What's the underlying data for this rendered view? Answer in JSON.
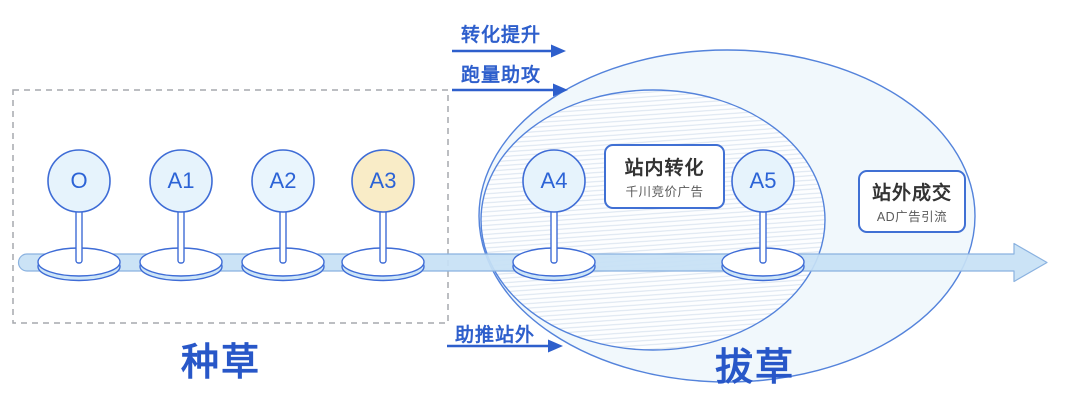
{
  "stages": [
    {
      "label": "O",
      "fill": "#E6F3FC"
    },
    {
      "label": "A1",
      "fill": "#E6F3FC"
    },
    {
      "label": "A2",
      "fill": "#E9F5FD"
    },
    {
      "label": "A3",
      "fill": "#F9ECC7"
    },
    {
      "label": "A4",
      "fill": "#E6F3FC"
    },
    {
      "label": "A5",
      "fill": "#E6F3FC"
    }
  ],
  "phases": {
    "seeding": "种草",
    "harvest": "拔草"
  },
  "flow_arrows": {
    "conversion_boost": "转化提升",
    "volume_assist": "跑量助攻",
    "offsite_push": "助推站外"
  },
  "callouts": {
    "onsite": {
      "title": "站内转化",
      "subtitle": "千川竞价广告"
    },
    "offsite": {
      "title": "站外成交",
      "subtitle": "AD广告引流"
    }
  },
  "colors": {
    "accent_blue": "#2E5FCC",
    "shape_stroke_blue": "#3E6CD6",
    "ellipse_stroke_blue": "#5483DB",
    "band_fill": "#C7E1F5",
    "outer_ellipse_fill": "#F1F8FC",
    "hatch_line": "#D9E3EF",
    "dashed_border_gray": "#A6A9AD",
    "stage_fill_blue": "#E6F3FC",
    "stage_fill_yellow": "#F9ECC7",
    "callout_title": "#333333",
    "callout_subtitle": "#5A5A5A"
  }
}
